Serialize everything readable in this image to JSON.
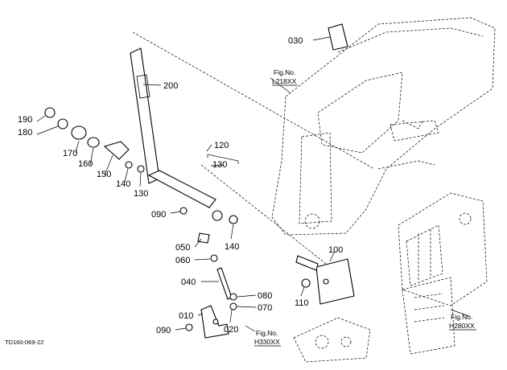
{
  "labels": {
    "p010": "010",
    "p020": "020",
    "p030": "030",
    "p040": "040",
    "p050": "050",
    "p060": "060",
    "p070": "070",
    "p080": "080",
    "p090a": "090",
    "p090b": "090",
    "p100": "100",
    "p110": "110",
    "p120": "120",
    "p130a": "130",
    "p130b": "130",
    "p140a": "140",
    "p140b": "140",
    "p150": "150",
    "p160": "160",
    "p170": "170",
    "p180": "180",
    "p190": "190",
    "p200": "200"
  },
  "fig_refs": {
    "l218": {
      "line1": "Fig.No.",
      "line2": "L218XX"
    },
    "h330": {
      "line1": "Fig.No.",
      "line2": "H330XX"
    },
    "h280": {
      "line1": "Fig.No.",
      "line2": "H280XX"
    }
  },
  "drawing_code": "TD160-069-22"
}
